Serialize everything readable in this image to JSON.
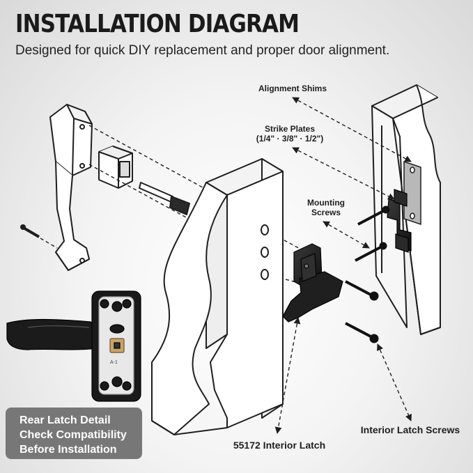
{
  "title": "INSTALLATION DIAGRAM",
  "subtitle": "Designed for quick DIY replacement and proper door alignment.",
  "callouts": {
    "alignment_shims": "Alignment Shims",
    "strike_plates_line1": "Strike Plates",
    "strike_plates_line2": "(1/4\" · 3/8\" · 1/2\")",
    "mounting_screws_line1": "Mounting",
    "mounting_screws_line2": "Screws",
    "interior_latch": "55172 Interior Latch",
    "interior_latch_screws": "Interior Latch Screws"
  },
  "badge": {
    "line1": "Rear Latch Detail",
    "line2": "Check Compatibility",
    "line3": "Before Installation"
  },
  "latch_plate_marking": "A-1",
  "colors": {
    "line_art": "#1e1e1e",
    "hardware_black": "#1c1c1c",
    "badge_bg": "#777777",
    "badge_text": "#ffffff"
  }
}
